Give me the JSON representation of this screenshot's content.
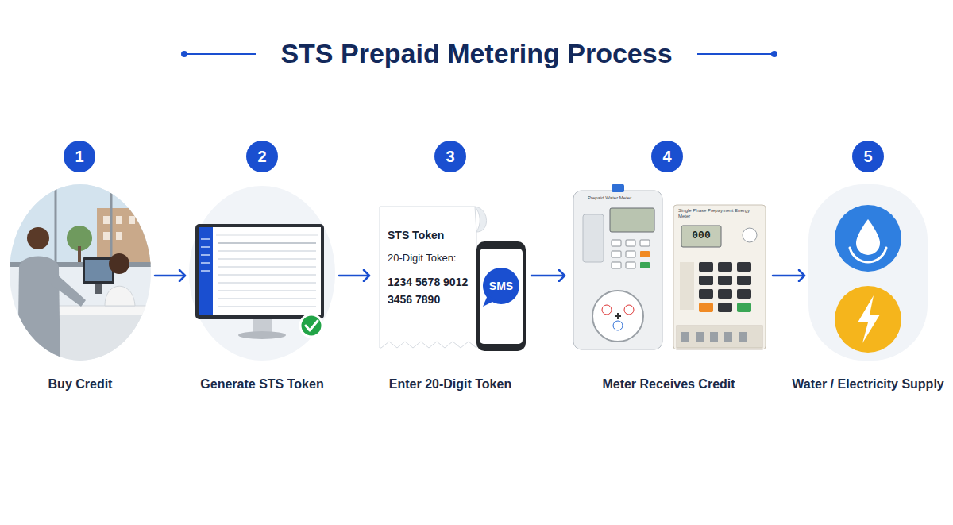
{
  "diagram": {
    "title": "STS Prepaid Metering Process",
    "nodes": [
      {
        "text": [
          "1"
        ]
      },
      {
        "text": [
          "2"
        ]
      },
      {
        "text": [
          "3"
        ]
      },
      {
        "text": [
          "4"
        ]
      },
      {
        "text": [
          "5"
        ]
      },
      {
        "text": [
          "Buy Credit"
        ]
      },
      {
        "text": [
          "Generate STS Token"
        ]
      },
      {
        "text": [
          "Enter 20-Digit Token"
        ]
      },
      {
        "text": [
          "Meter Receives Credit"
        ]
      },
      {
        "text": [
          "Water / Electricity Supply"
        ]
      }
    ],
    "edges": [
      {
        "from": 5,
        "to": 6,
        "arrow": "to"
      },
      {
        "from": 6,
        "to": 7,
        "arrow": "to"
      },
      {
        "from": 7,
        "to": 8,
        "arrow": "to"
      },
      {
        "from": 8,
        "to": 9,
        "arrow": "to"
      }
    ],
    "labels": [
      "STS Token",
      "20-Digit Token:",
      "1234 5678 9012",
      "3456 7890",
      "SMS",
      "Prepaid Water Meter",
      "Single Phase Prepayment Energy Meter",
      "000"
    ]
  }
}
